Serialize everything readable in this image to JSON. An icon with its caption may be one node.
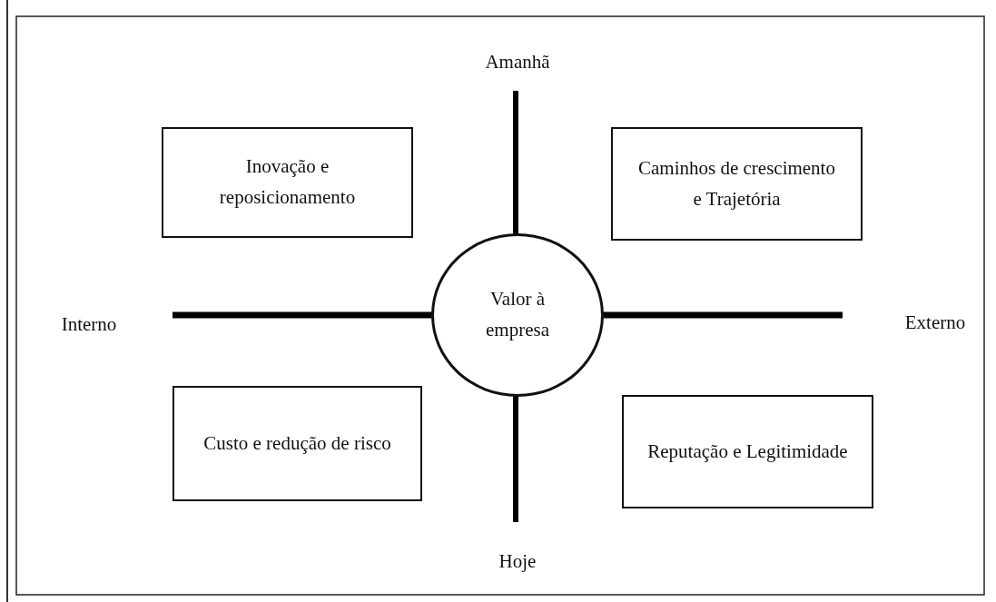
{
  "diagram": {
    "nodes": [
      {
        "text": [
          "Inovação e reposicionamento"
        ]
      },
      {
        "text": [
          "Caminhos de crescimento e Trajetória"
        ]
      },
      {
        "text": [
          "Valor à empresa"
        ]
      },
      {
        "text": [
          "Custo e redução de risco"
        ]
      },
      {
        "text": [
          "Reputação e Legitimidade"
        ]
      }
    ],
    "labels": [
      "Amanhã",
      "Interno",
      "Externo",
      "Hoje"
    ]
  }
}
